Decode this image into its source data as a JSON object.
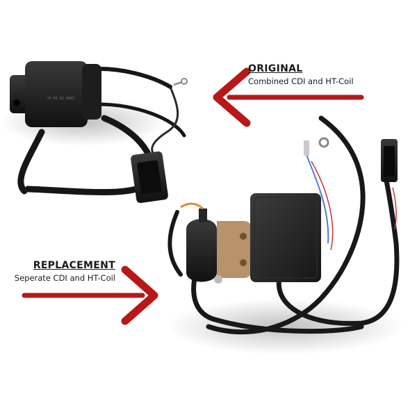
{
  "original": {
    "title": "ORIGINAL",
    "subtitle": "Combined CDI and HT-Coil"
  },
  "replacement": {
    "title": "REPLACEMENT",
    "subtitle": "Seperate CDI and HT-Coil"
  },
  "product_text": {
    "coil_marking": "YY-01 02-0001"
  },
  "colors": {
    "arrow": "#b81818",
    "cable": "#1a1a1a",
    "bracket": "#b8926a",
    "wire_blue": "#4a7fd0",
    "wire_red": "#d03030"
  }
}
